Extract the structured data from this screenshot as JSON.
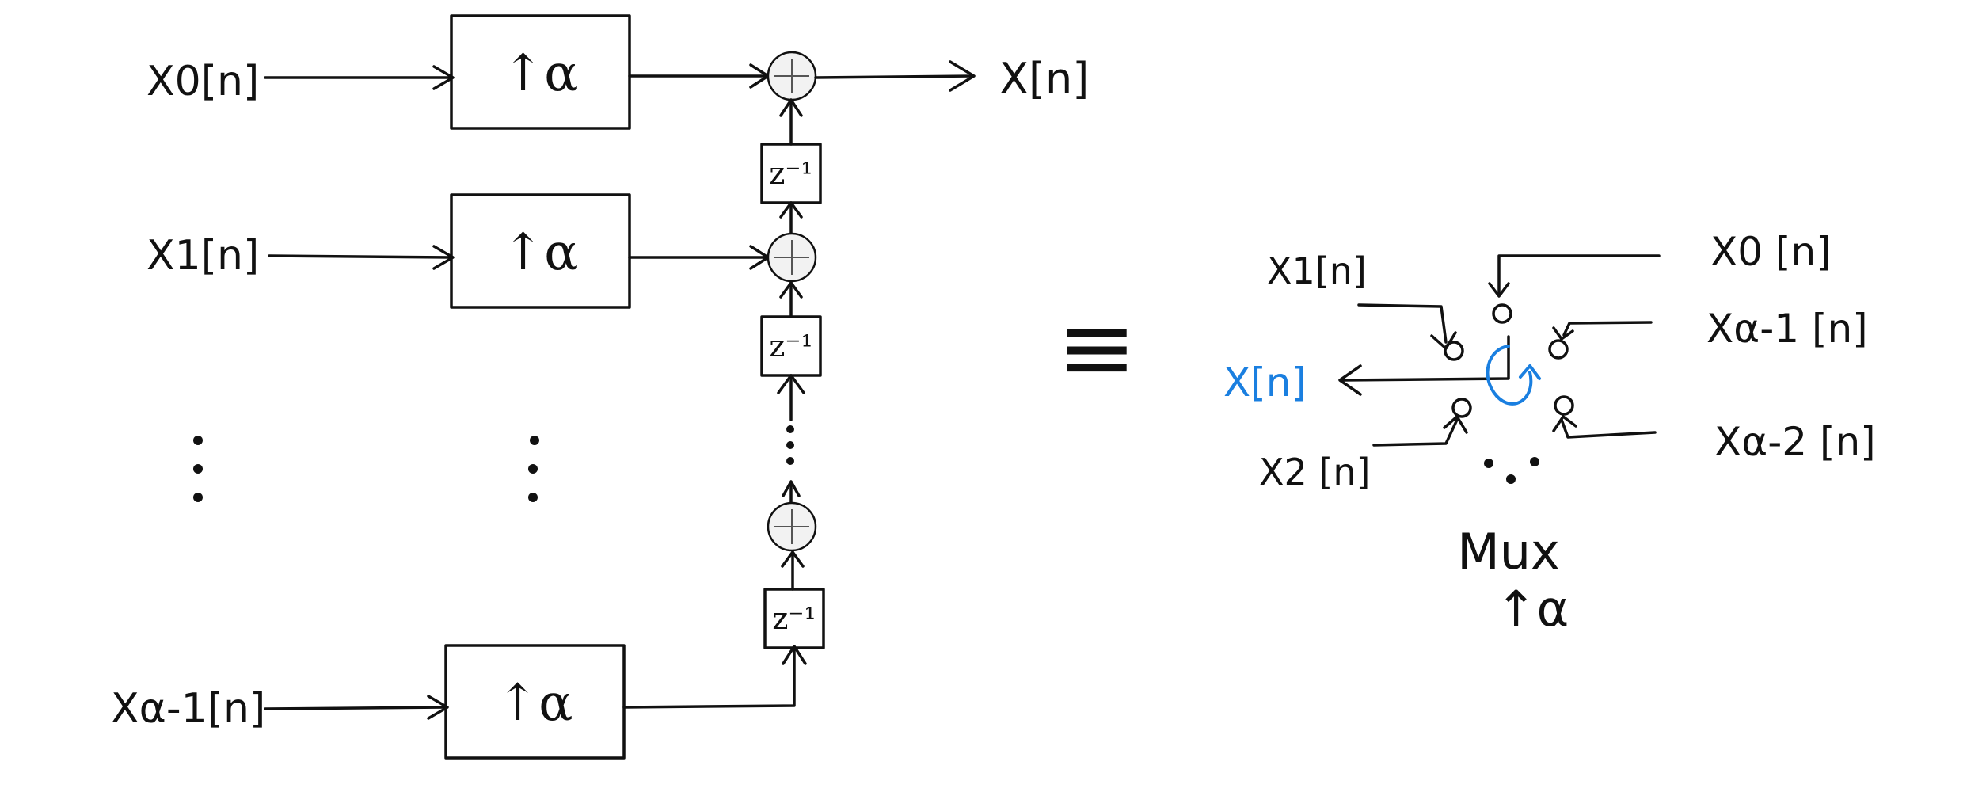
{
  "left_diagram": {
    "inputs": [
      "X0[n]",
      "X1[n]",
      "Xα-1[n]"
    ],
    "upsampler_label": "↑α",
    "delay_label": "z⁻¹",
    "output_label": "X[n]"
  },
  "equivalence_symbol": "≡",
  "right_diagram": {
    "output_label": "X[n]",
    "inputs": [
      "X1[n]",
      "X0 [n]",
      "Xα-1 [n]",
      "X2 [n]",
      "Xα-2 [n]"
    ],
    "mux_label": "Mux",
    "mux_rate_label": "↑α"
  },
  "colors": {
    "ink": "#111111",
    "accent": "#1a7fe0"
  }
}
